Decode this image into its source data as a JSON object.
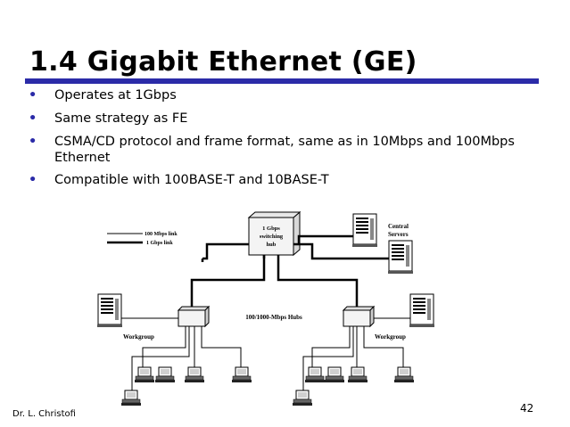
{
  "slide": {
    "title": "1.4 Gigabit Ethernet (GE)",
    "bullets": [
      "Operates at 1Gbps",
      "Same strategy as FE",
      "CSMA/CD protocol and frame format, same as in 10Mbps and 100Mbps Ethernet",
      "Compatible with 100BASE-T and 10BASE-T"
    ],
    "bullet_symbol": "•",
    "accent_color": "#2b2ba8"
  },
  "diagram": {
    "legend_100": "100 Mbps link",
    "legend_1g": "1 Gbps link",
    "hub_line1": "1 Gbps",
    "hub_line2": "switching",
    "hub_line3": "hub",
    "servers_line1": "Central",
    "servers_line2": "Servers",
    "hubs_label": "100/1000-Mbps Hubs",
    "workgroup_left": "Workgroup",
    "workgroup_right": "Workgroup"
  },
  "footer": {
    "author": "Dr. L. Christofi",
    "page_number": "42"
  }
}
